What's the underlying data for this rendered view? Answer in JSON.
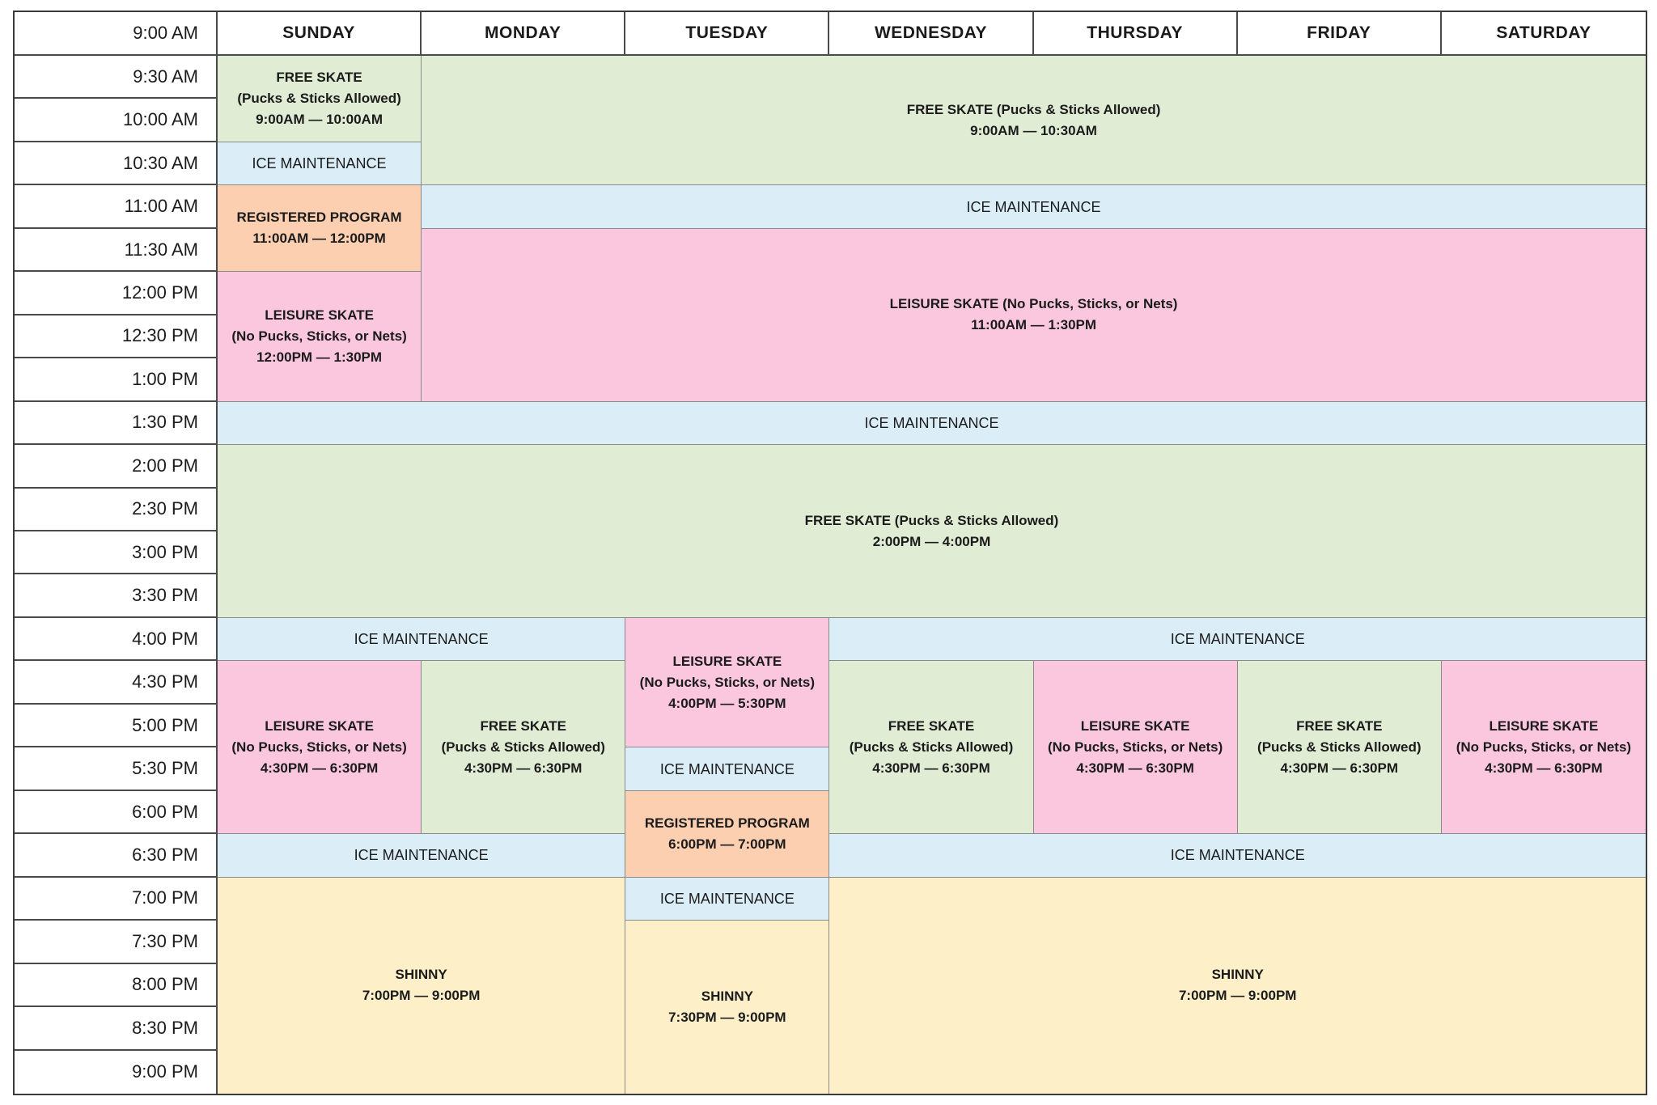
{
  "colors": {
    "free_skate": "#e1ecd5",
    "ice_maintenance": "#dbeef7",
    "registered_program": "#fbcfb0",
    "leisure_skate": "#fbc7df",
    "shinny": "#fdf0c8"
  },
  "header": {
    "time_label": "9:00 AM",
    "days": [
      "SUNDAY",
      "MONDAY",
      "TUESDAY",
      "WEDNESDAY",
      "THURSDAY",
      "FRIDAY",
      "SATURDAY"
    ]
  },
  "times": [
    "9:30 AM",
    "10:00 AM",
    "10:30 AM",
    "11:00 AM",
    "11:30 AM",
    "12:00 PM",
    "12:30 PM",
    "1:00 PM",
    "1:30 PM",
    "2:00 PM",
    "2:30 PM",
    "3:00 PM",
    "3:30 PM",
    "4:00 PM",
    "4:30 PM",
    "5:00 PM",
    "5:30 PM",
    "6:00 PM",
    "6:30 PM",
    "7:00 PM",
    "7:30 PM",
    "8:00 PM",
    "8:30 PM",
    "9:00 PM"
  ],
  "events": [
    {
      "kind": "free_skate",
      "day_start": 1,
      "day_end": 1,
      "slot_start": 1,
      "slot_end": 2,
      "lines": [
        "FREE SKATE",
        "(Pucks & Sticks Allowed)",
        "9:00AM — 10:00AM"
      ]
    },
    {
      "kind": "free_skate",
      "day_start": 2,
      "day_end": 7,
      "slot_start": 1,
      "slot_end": 3,
      "lines": [
        "FREE SKATE  (Pucks & Sticks Allowed)",
        "9:00AM — 10:30AM"
      ]
    },
    {
      "kind": "ice_maintenance",
      "day_start": 1,
      "day_end": 1,
      "slot_start": 3,
      "slot_end": 3,
      "lines": [
        "ICE MAINTENANCE"
      ]
    },
    {
      "kind": "registered_program",
      "day_start": 1,
      "day_end": 1,
      "slot_start": 4,
      "slot_end": 5,
      "lines": [
        "REGISTERED PROGRAM",
        "11:00AM — 12:00PM"
      ]
    },
    {
      "kind": "ice_maintenance",
      "day_start": 2,
      "day_end": 7,
      "slot_start": 4,
      "slot_end": 4,
      "lines": [
        "ICE MAINTENANCE"
      ]
    },
    {
      "kind": "leisure_skate",
      "day_start": 2,
      "day_end": 7,
      "slot_start": 5,
      "slot_end": 8,
      "lines": [
        "LEISURE SKATE  (No Pucks, Sticks, or Nets)",
        "11:00AM — 1:30PM"
      ]
    },
    {
      "kind": "leisure_skate",
      "day_start": 1,
      "day_end": 1,
      "slot_start": 6,
      "slot_end": 8,
      "lines": [
        "LEISURE SKATE",
        "(No Pucks, Sticks, or Nets)",
        "12:00PM — 1:30PM"
      ]
    },
    {
      "kind": "ice_maintenance",
      "day_start": 1,
      "day_end": 7,
      "slot_start": 9,
      "slot_end": 9,
      "lines": [
        "ICE MAINTENANCE"
      ]
    },
    {
      "kind": "free_skate",
      "day_start": 1,
      "day_end": 7,
      "slot_start": 10,
      "slot_end": 13,
      "lines": [
        "FREE SKATE  (Pucks & Sticks Allowed)",
        "2:00PM — 4:00PM"
      ]
    },
    {
      "kind": "ice_maintenance",
      "day_start": 1,
      "day_end": 2,
      "slot_start": 14,
      "slot_end": 14,
      "lines": [
        "ICE MAINTENANCE"
      ]
    },
    {
      "kind": "leisure_skate",
      "day_start": 3,
      "day_end": 3,
      "slot_start": 14,
      "slot_end": 16,
      "lines": [
        "LEISURE SKATE",
        "(No Pucks, Sticks, or Nets)",
        "4:00PM — 5:30PM"
      ]
    },
    {
      "kind": "ice_maintenance",
      "day_start": 4,
      "day_end": 7,
      "slot_start": 14,
      "slot_end": 14,
      "lines": [
        "ICE MAINTENANCE"
      ]
    },
    {
      "kind": "leisure_skate",
      "day_start": 1,
      "day_end": 1,
      "slot_start": 15,
      "slot_end": 18,
      "lines": [
        "LEISURE SKATE",
        "(No Pucks, Sticks, or Nets)",
        "4:30PM — 6:30PM"
      ]
    },
    {
      "kind": "free_skate",
      "day_start": 2,
      "day_end": 2,
      "slot_start": 15,
      "slot_end": 18,
      "lines": [
        "FREE SKATE",
        "(Pucks & Sticks Allowed)",
        "4:30PM — 6:30PM"
      ]
    },
    {
      "kind": "free_skate",
      "day_start": 4,
      "day_end": 4,
      "slot_start": 15,
      "slot_end": 18,
      "lines": [
        "FREE SKATE",
        "(Pucks & Sticks Allowed)",
        "4:30PM — 6:30PM"
      ]
    },
    {
      "kind": "leisure_skate",
      "day_start": 5,
      "day_end": 5,
      "slot_start": 15,
      "slot_end": 18,
      "lines": [
        "LEISURE SKATE",
        "(No Pucks, Sticks, or Nets)",
        "4:30PM — 6:30PM"
      ]
    },
    {
      "kind": "free_skate",
      "day_start": 6,
      "day_end": 6,
      "slot_start": 15,
      "slot_end": 18,
      "lines": [
        "FREE SKATE",
        "(Pucks & Sticks Allowed)",
        "4:30PM — 6:30PM"
      ]
    },
    {
      "kind": "leisure_skate",
      "day_start": 7,
      "day_end": 7,
      "slot_start": 15,
      "slot_end": 18,
      "lines": [
        "LEISURE SKATE",
        "(No Pucks, Sticks, or Nets)",
        "4:30PM — 6:30PM"
      ]
    },
    {
      "kind": "ice_maintenance",
      "day_start": 3,
      "day_end": 3,
      "slot_start": 17,
      "slot_end": 17,
      "lines": [
        "ICE MAINTENANCE"
      ]
    },
    {
      "kind": "registered_program",
      "day_start": 3,
      "day_end": 3,
      "slot_start": 18,
      "slot_end": 19,
      "lines": [
        "REGISTERED PROGRAM",
        "6:00PM — 7:00PM"
      ]
    },
    {
      "kind": "ice_maintenance",
      "day_start": 1,
      "day_end": 2,
      "slot_start": 19,
      "slot_end": 19,
      "lines": [
        "ICE MAINTENANCE"
      ]
    },
    {
      "kind": "ice_maintenance",
      "day_start": 4,
      "day_end": 7,
      "slot_start": 19,
      "slot_end": 19,
      "lines": [
        "ICE MAINTENANCE"
      ]
    },
    {
      "kind": "shinny",
      "day_start": 1,
      "day_end": 2,
      "slot_start": 20,
      "slot_end": 24,
      "lines": [
        "SHINNY",
        "7:00PM — 9:00PM"
      ]
    },
    {
      "kind": "ice_maintenance",
      "day_start": 3,
      "day_end": 3,
      "slot_start": 20,
      "slot_end": 20,
      "lines": [
        "ICE MAINTENANCE"
      ]
    },
    {
      "kind": "shinny",
      "day_start": 3,
      "day_end": 3,
      "slot_start": 21,
      "slot_end": 24,
      "lines": [
        "SHINNY",
        "7:30PM — 9:00PM"
      ]
    },
    {
      "kind": "shinny",
      "day_start": 4,
      "day_end": 7,
      "slot_start": 20,
      "slot_end": 24,
      "lines": [
        "SHINNY",
        "7:00PM — 9:00PM"
      ]
    }
  ]
}
